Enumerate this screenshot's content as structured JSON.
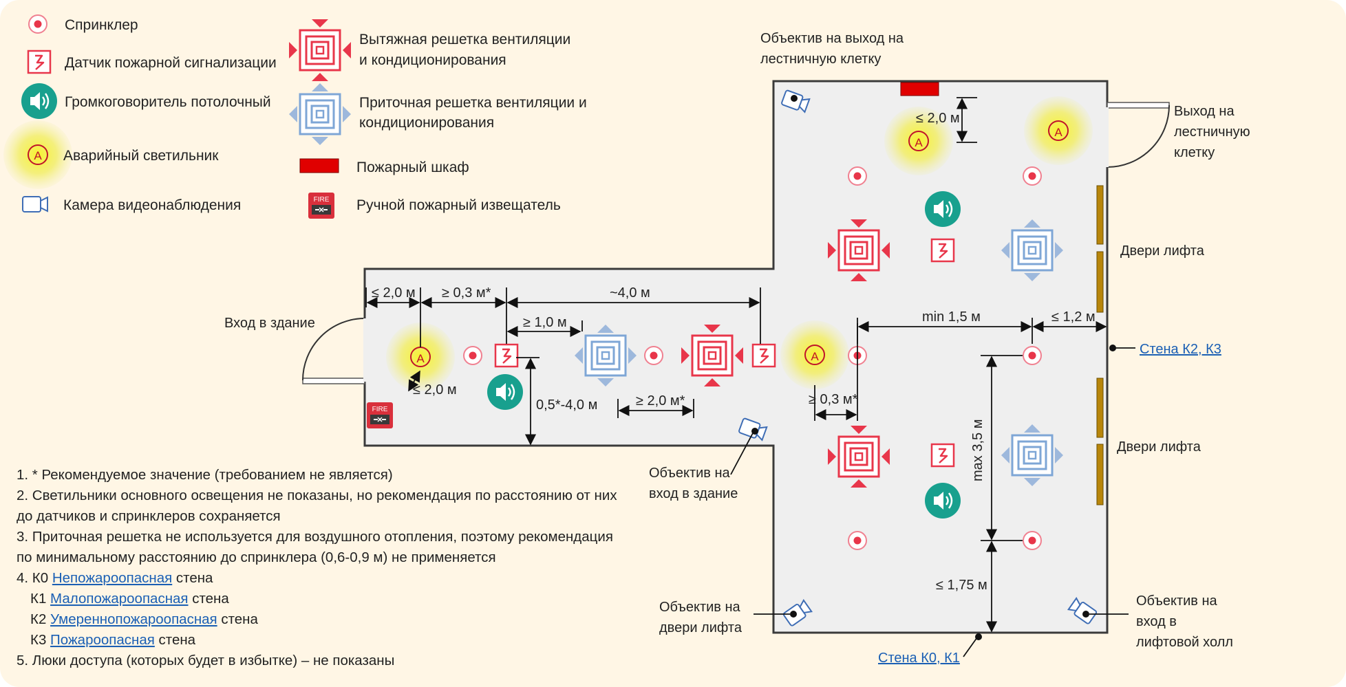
{
  "legend": {
    "sprinkler": "Спринклер",
    "fire_detector": "Датчик пожарной сигнализации",
    "speaker": "Громкоговоритель потолочный",
    "emergency_light": "Аварийный светильник",
    "camera": "Камера видеонаблюдения",
    "exhaust_line1": "Вытяжная решетка вентиляции",
    "exhaust_line2": "и кондиционирования",
    "supply_line1": "Приточная решетка вентиляции и",
    "supply_line2": "кондиционирования",
    "fire_cabinet": "Пожарный шкаф",
    "manual_call_point": "Ручной пожарный извещатель",
    "light_letter": "A",
    "call_point_text": "FIRE"
  },
  "labels": {
    "cam_stair_1": "Объектив на выход на",
    "cam_stair_2": "лестничную клетку",
    "exit_stair_1": "Выход на",
    "exit_stair_2": "лестничную",
    "exit_stair_3": "клетку",
    "elevator_doors_1": "Двери лифта",
    "elevator_doors_2": "Двери лифта",
    "wall_k2k3": "Стена К2, К3",
    "wall_k0k1": "Стена К0, К1",
    "building_entrance": "Вход в здание",
    "cam_entrance_1": "Объектив на",
    "cam_entrance_2": "вход в здание",
    "cam_lift_doors_1": "Объектив на",
    "cam_lift_doors_2": "двери лифта",
    "cam_lift_hall_1": "Объектив на",
    "cam_lift_hall_2": "вход в",
    "cam_lift_hall_3": "лифтовой холл"
  },
  "dimensions": {
    "d_top_light": "≤ 2,0 м",
    "d_le2": "≤ 2,0 м",
    "d_ge03_top": "≥ 0,3 м*",
    "d_approx4": "~4,0 м",
    "d_ge10": "≥ 1,0 м",
    "d_le2_diag": "≤ 2,0 м",
    "d_05_40": "0,5*-4,0 м",
    "d_ge20": "≥ 2,0 м*",
    "d_ge03_bottom": "≥ 0,3 м*",
    "d_min15": "min 1,5 м",
    "d_le12": "≤ 1,2 м",
    "d_max35": "max 3,5 м",
    "d_le175": "≤ 1,75 м"
  },
  "notes": {
    "n1": "1. * Рекомендуемое значение (требованием не является)",
    "n2a": "2. Светильники основного освещения не показаны, но рекомендация по расстоянию от них",
    "n2b": "до датчиков и спринклеров сохраняется",
    "n3a": "3. Приточная решетка не используется для воздушного отопления, поэтому рекомендация",
    "n3b": "по минимальному расстоянию до спринклера (0,6-0,9 м) не применяется",
    "n4_prefix": "4. К0 ",
    "n4_link": "Непожароопасная",
    "n4_suffix": " стена",
    "n5_prefix": "К1 ",
    "n5_link": "Малопожароопасная",
    "n5_suffix": " стена",
    "n6_prefix": "К2 ",
    "n6_link": "Умереннопожароопасная",
    "n6_suffix": " стена",
    "n7_prefix": "К3 ",
    "n7_link": "Пожароопасная",
    "n7_suffix": " стена",
    "n8": "5. Люки доступа (которых будет в избытке) – не показаны"
  },
  "colors": {
    "background": "#FFF6E5",
    "floor": "#EFEFEF",
    "wall": "#3A3A3A",
    "sprinkler": "#E8364A",
    "detector": "#E8364A",
    "speaker": "#18A08E",
    "light_glow": "#F2EE3A",
    "exhaust": "#E8364A",
    "supply": "#7EA6D6",
    "fire_cabinet": "#E00000",
    "elevator_door": "#B8860B",
    "link": "#1A5FB4"
  }
}
